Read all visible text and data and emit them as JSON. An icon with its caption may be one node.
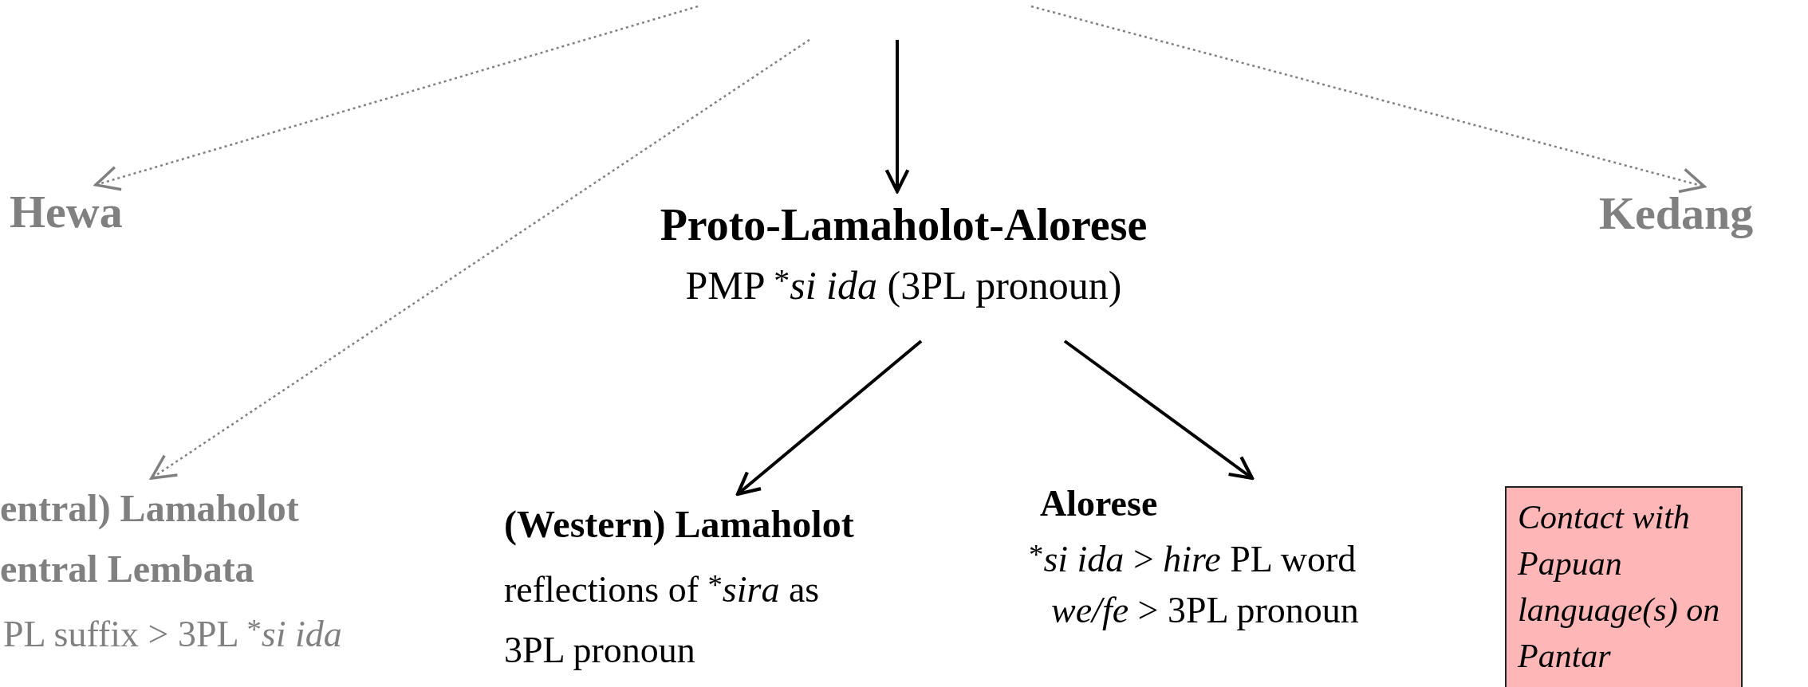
{
  "diagram": {
    "nodes": [
      {
        "text": [
          "Hewa"
        ]
      },
      {
        "text": [
          "Proto-Lamaholot-Alorese",
          "PMP $^{*}$*si ida* (3PL pronoun)"
        ]
      },
      {
        "text": [
          "Kedang"
        ]
      },
      {
        "text": [
          "entral) Lamaholot",
          "entral Lembata",
          "PL suffix > 3PL $^{*}$*si ida*"
        ]
      },
      {
        "text": [
          "(Western) Lamaholot",
          "reflections of $^{*}$*sira* as 3PL pronoun"
        ]
      },
      {
        "text": [
          "Alorese",
          "$^{*}$*si ida* > *hire* PL word",
          "*we/fe* > 3PL pronoun"
        ]
      },
      {
        "text": [
          "Contact with Papuan language(s) on Pantar"
        ]
      }
    ],
    "edges": [
      {
        "from": null,
        "to": 0,
        "arrow": "to",
        "style": "dashed",
        "color": "#808080"
      },
      {
        "from": null,
        "to": 3,
        "arrow": "to",
        "style": "dashed",
        "color": "#808080"
      },
      {
        "from": null,
        "to": 1,
        "arrow": "to",
        "color": "#000000"
      },
      {
        "from": null,
        "to": 2,
        "arrow": "to",
        "style": "dashed",
        "color": "#808080"
      },
      {
        "from": 1,
        "to": 4,
        "arrow": "to",
        "color": "#000000"
      },
      {
        "from": 1,
        "to": 5,
        "arrow": "to",
        "color": "#000000"
      }
    ]
  }
}
